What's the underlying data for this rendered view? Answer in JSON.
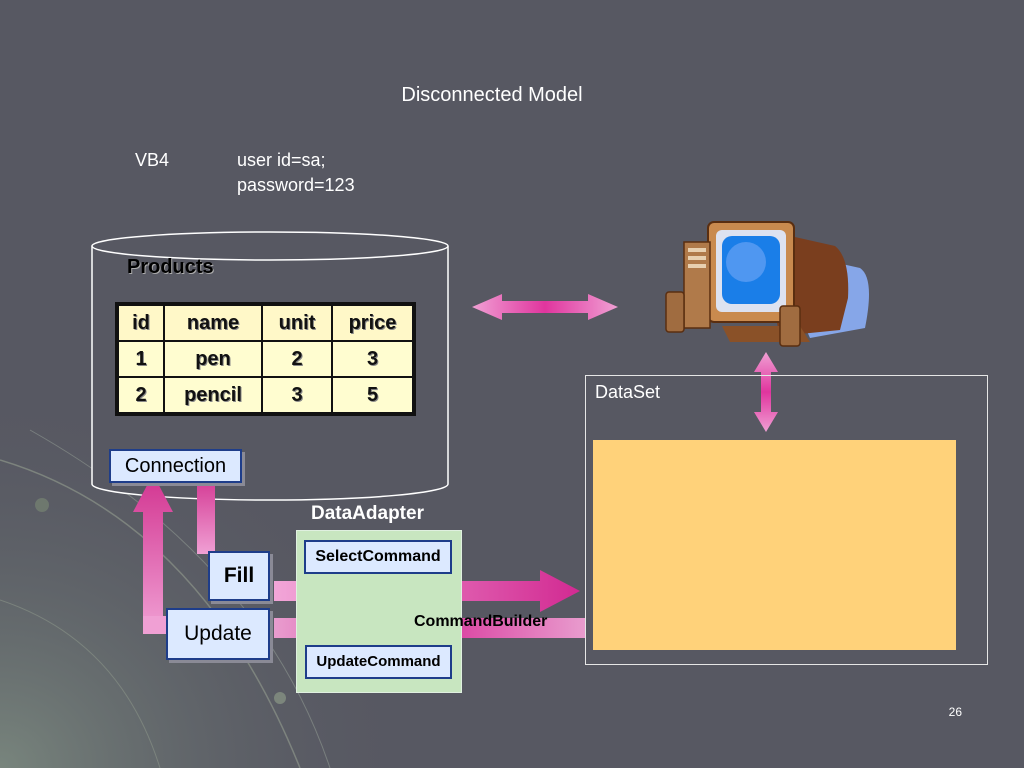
{
  "slide": {
    "title": "Disconnected Model",
    "page_number": "26"
  },
  "credentials": {
    "label": "VB4",
    "user": "user id=sa;",
    "password": "password=123"
  },
  "database": {
    "table_name": "Products",
    "columns": [
      "id",
      "name",
      "unit",
      "price"
    ],
    "rows": [
      [
        "1",
        "pen",
        "2",
        "3"
      ],
      [
        "2",
        "pencil",
        "3",
        "5"
      ]
    ]
  },
  "components": {
    "connection": "Connection",
    "data_adapter": "DataAdapter",
    "select_command": "SelectCommand",
    "fill": "Fill",
    "update": "Update",
    "command_builder": "CommandBuilder",
    "update_command": "UpdateCommand",
    "dataset": "DataSet"
  },
  "colors": {
    "background": "#575862",
    "arrow": "#e0359e",
    "dataset_fill": "#ffd27a",
    "adapter_fill": "#c8e6c0"
  }
}
